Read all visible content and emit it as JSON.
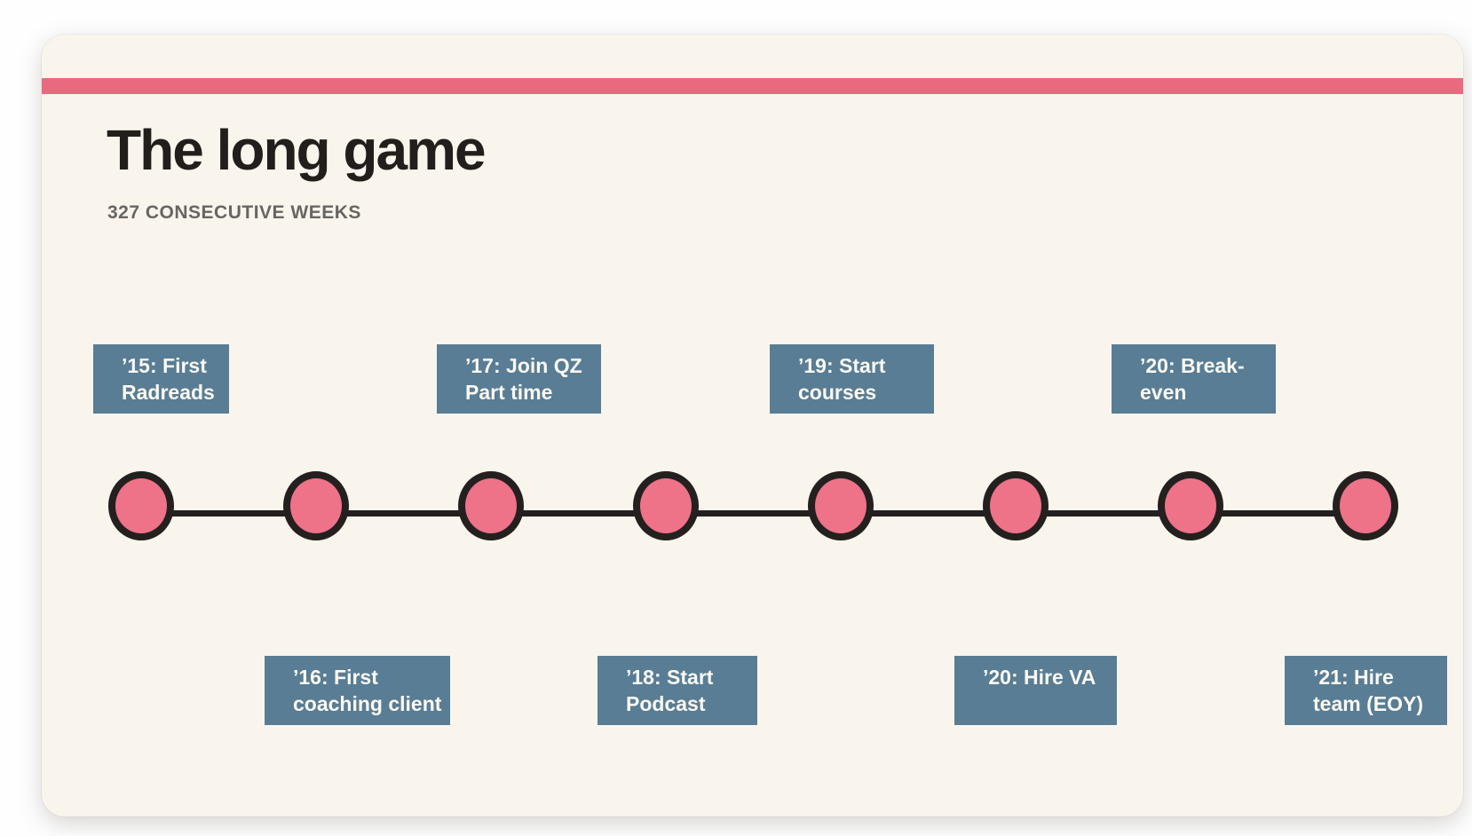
{
  "slide": {
    "title": "The long game",
    "subtitle": "327 CONSECUTIVE WEEKS",
    "colors": {
      "accent_pink": "#e96a7e",
      "node_fill": "#ee7288",
      "node_stroke": "#24201f",
      "label_bg": "#587d94",
      "label_text": "#fcf9f3",
      "card_bg": "#f9f5ed"
    },
    "timeline": {
      "node_count": 8,
      "milestones": [
        {
          "label": "’15: First Radreads",
          "lines": [
            "’15: First",
            "Radreads"
          ],
          "side": "above"
        },
        {
          "label": "’16: First coaching client",
          "lines": [
            "’16: First",
            "coaching client"
          ],
          "side": "below"
        },
        {
          "label": "’17: Join QZ Part time",
          "lines": [
            "’17: Join QZ",
            "Part time"
          ],
          "side": "above"
        },
        {
          "label": "’18: Start Podcast",
          "lines": [
            "’18: Start",
            "Podcast"
          ],
          "side": "below"
        },
        {
          "label": "’19: Start courses",
          "lines": [
            "’19: Start",
            "courses"
          ],
          "side": "above"
        },
        {
          "label": "’20: Hire VA",
          "lines": [
            "’20: Hire VA"
          ],
          "side": "below"
        },
        {
          "label": "’20: Break-even",
          "lines": [
            "’20: Break-",
            "even"
          ],
          "side": "above"
        },
        {
          "label": "’21: Hire team (EOY)",
          "lines": [
            "’21: Hire",
            "team (EOY)"
          ],
          "side": "below"
        }
      ]
    }
  }
}
